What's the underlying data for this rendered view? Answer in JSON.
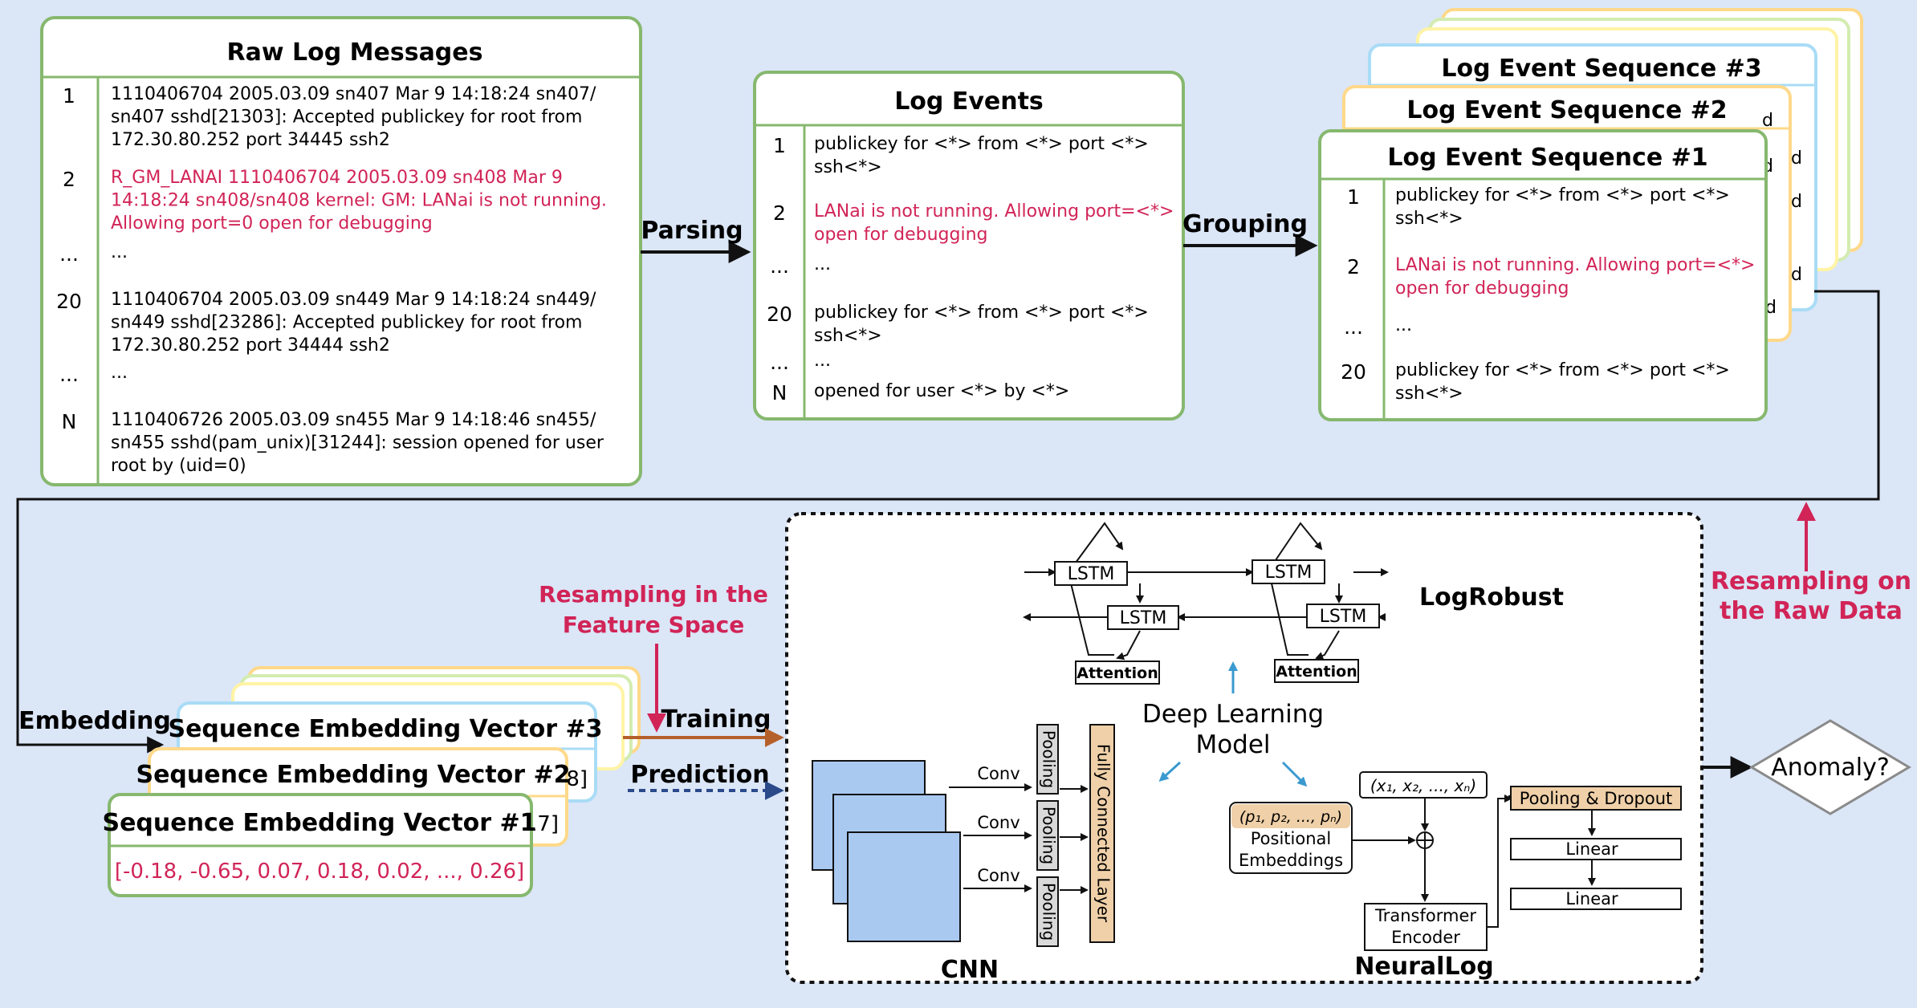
{
  "raw_log": {
    "title": "Raw Log Messages",
    "rows": [
      {
        "index": "1",
        "lines": [
          "1110406704 2005.03.09 sn407 Mar 9 14:18:24 sn407/",
          "sn407 sshd[21303]: Accepted publickey for root from",
          "172.30.80.252 port 34445 ssh2"
        ],
        "highlight": false
      },
      {
        "index": "2",
        "lines": [
          "R_GM_LANAI 1110406704 2005.03.09 sn408 Mar 9",
          "14:18:24 sn408/sn408 kernel: GM: LANai is not running.",
          "Allowing port=0 open for debugging"
        ],
        "highlight": true
      },
      {
        "index": "...",
        "lines": [
          "..."
        ],
        "highlight": false
      },
      {
        "index": "20",
        "lines": [
          "1110406704 2005.03.09 sn449 Mar 9 14:18:24 sn449/",
          "sn449 sshd[23286]: Accepted publickey for root from",
          "172.30.80.252 port 34444 ssh2"
        ],
        "highlight": false
      },
      {
        "index": "...",
        "lines": [
          "..."
        ],
        "highlight": false
      },
      {
        "index": "N",
        "lines": [
          "1110406726 2005.03.09 sn455 Mar 9 14:18:46 sn455/",
          "sn455 sshd(pam_unix)[31244]: session opened for user",
          "root by (uid=0)"
        ],
        "highlight": false
      }
    ]
  },
  "log_events": {
    "title": "Log Events",
    "rows": [
      {
        "index": "1",
        "lines": [
          "publickey for <*> from <*> port <*>",
          "ssh<*>"
        ],
        "highlight": false
      },
      {
        "index": "2",
        "lines": [
          "LANai is not running. Allowing port=<*>",
          "open for debugging"
        ],
        "highlight": true
      },
      {
        "index": "...",
        "lines": [
          "..."
        ],
        "highlight": false
      },
      {
        "index": "20",
        "lines": [
          "publickey for <*> from <*> port <*>",
          "ssh<*>"
        ],
        "highlight": false
      },
      {
        "index": "...",
        "lines": [
          "..."
        ],
        "highlight": false
      },
      {
        "index": "N",
        "lines": [
          "opened for user <*> by <*>"
        ],
        "highlight": false
      }
    ]
  },
  "sequences": {
    "titles": [
      "Log Event Sequence #3",
      "Log Event Sequence #2",
      "Log Event Sequence #1"
    ],
    "peek_text": [
      "d",
      "d",
      "d",
      "d",
      "d",
      "d"
    ],
    "rows": [
      {
        "index": "1",
        "lines": [
          "publickey for <*> from <*> port <*>",
          "ssh<*>"
        ],
        "highlight": false
      },
      {
        "index": "2",
        "lines": [
          "LANai is not running. Allowing port=<*>",
          "open for debugging"
        ],
        "highlight": true
      },
      {
        "index": "...",
        "lines": [
          "..."
        ],
        "highlight": false
      },
      {
        "index": "20",
        "lines": [
          "publickey for <*> from <*> port <*>",
          "ssh<*>"
        ],
        "highlight": false
      }
    ]
  },
  "embeddings": {
    "titles": [
      "Sequence Embedding Vector #3",
      "Sequence Embedding Vector #2",
      "Sequence Embedding Vector #1"
    ],
    "peek_text": [
      "8]",
      "17]"
    ],
    "vector": "[-0.18, -0.65, 0.07, 0.18, 0.02, ..., 0.26]"
  },
  "labels": {
    "parsing": "Parsing",
    "grouping": "Grouping",
    "embedding": "Embedding",
    "training": "Training",
    "prediction": "Prediction",
    "resample_feature": [
      "Resampling in the",
      "Feature Space"
    ],
    "resample_raw": [
      "Resampling on",
      "the Raw Data"
    ],
    "anomaly": "Anomaly?"
  },
  "model": {
    "center": [
      "Deep Learning",
      "Model"
    ],
    "logrobust": {
      "name": "LogRobust",
      "lstm": "LSTM",
      "attention": "Attention"
    },
    "cnn": {
      "name": "CNN",
      "conv": "Conv",
      "pooling": "Pooling",
      "fc": "Fully Connected Layer"
    },
    "neurallog": {
      "name": "NeuralLog",
      "input": "(x₁, x₂, ..., xₙ)",
      "positional_vars": "(p₁, p₂, ..., pₙ)",
      "positional_label": [
        "Positional",
        "Embeddings"
      ],
      "transformer": [
        "Transformer",
        "Encoder"
      ],
      "pooling_dropout": "Pooling & Dropout",
      "linear": "Linear"
    }
  },
  "colors": {
    "background": "#dbe6f7",
    "box_border": "#86b86e",
    "highlight_text": "#d12457",
    "training_arrow": "#b5602a",
    "prediction_arrow": "#2a4a8a",
    "resample_arrow": "#d12457",
    "cnn_fill": "#a9c9f0",
    "tan_fill": "#efd0a8",
    "pooling_fill": "#d9d9d9",
    "blue_arrow": "#3a9ad0",
    "stack_colors": [
      "#ffd98a",
      "#d3ecb0",
      "#fff4a6",
      "#a9dcf6"
    ]
  }
}
